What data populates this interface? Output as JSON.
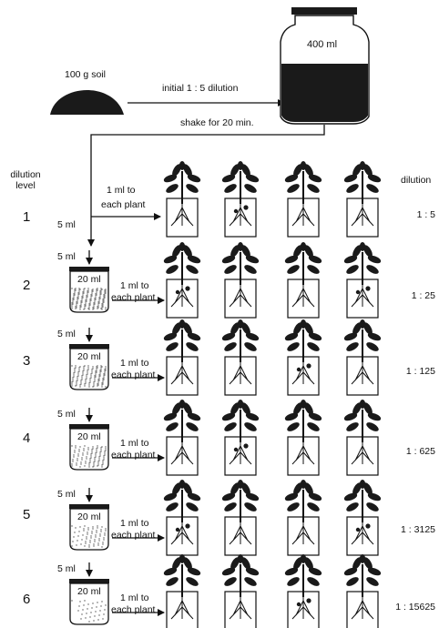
{
  "header": {
    "soil": "100 g soil",
    "initial_dilution": "initial 1 : 5 dilution",
    "bottle_volume": "400 ml",
    "shake": "shake for 20 min."
  },
  "column_headers": {
    "left": [
      "dilution",
      "level"
    ],
    "right": "dilution"
  },
  "transfer_volume": "5 ml",
  "jar_volume": "20 ml",
  "plant_dose": [
    "1 ml to",
    "each plant"
  ],
  "levels": [
    {
      "level": "1",
      "ratio": "1 : 5"
    },
    {
      "level": "2",
      "ratio": "1 : 25"
    },
    {
      "level": "3",
      "ratio": "1 : 125"
    },
    {
      "level": "4",
      "ratio": "1 : 625"
    },
    {
      "level": "5",
      "ratio": "1 : 3125"
    },
    {
      "level": "6",
      "ratio": "1 : 15625"
    }
  ],
  "plants_per_level": 4,
  "colors": {
    "ink": "#111111",
    "soil": "#1a1a1a",
    "stippling": "#8a8a8a"
  }
}
